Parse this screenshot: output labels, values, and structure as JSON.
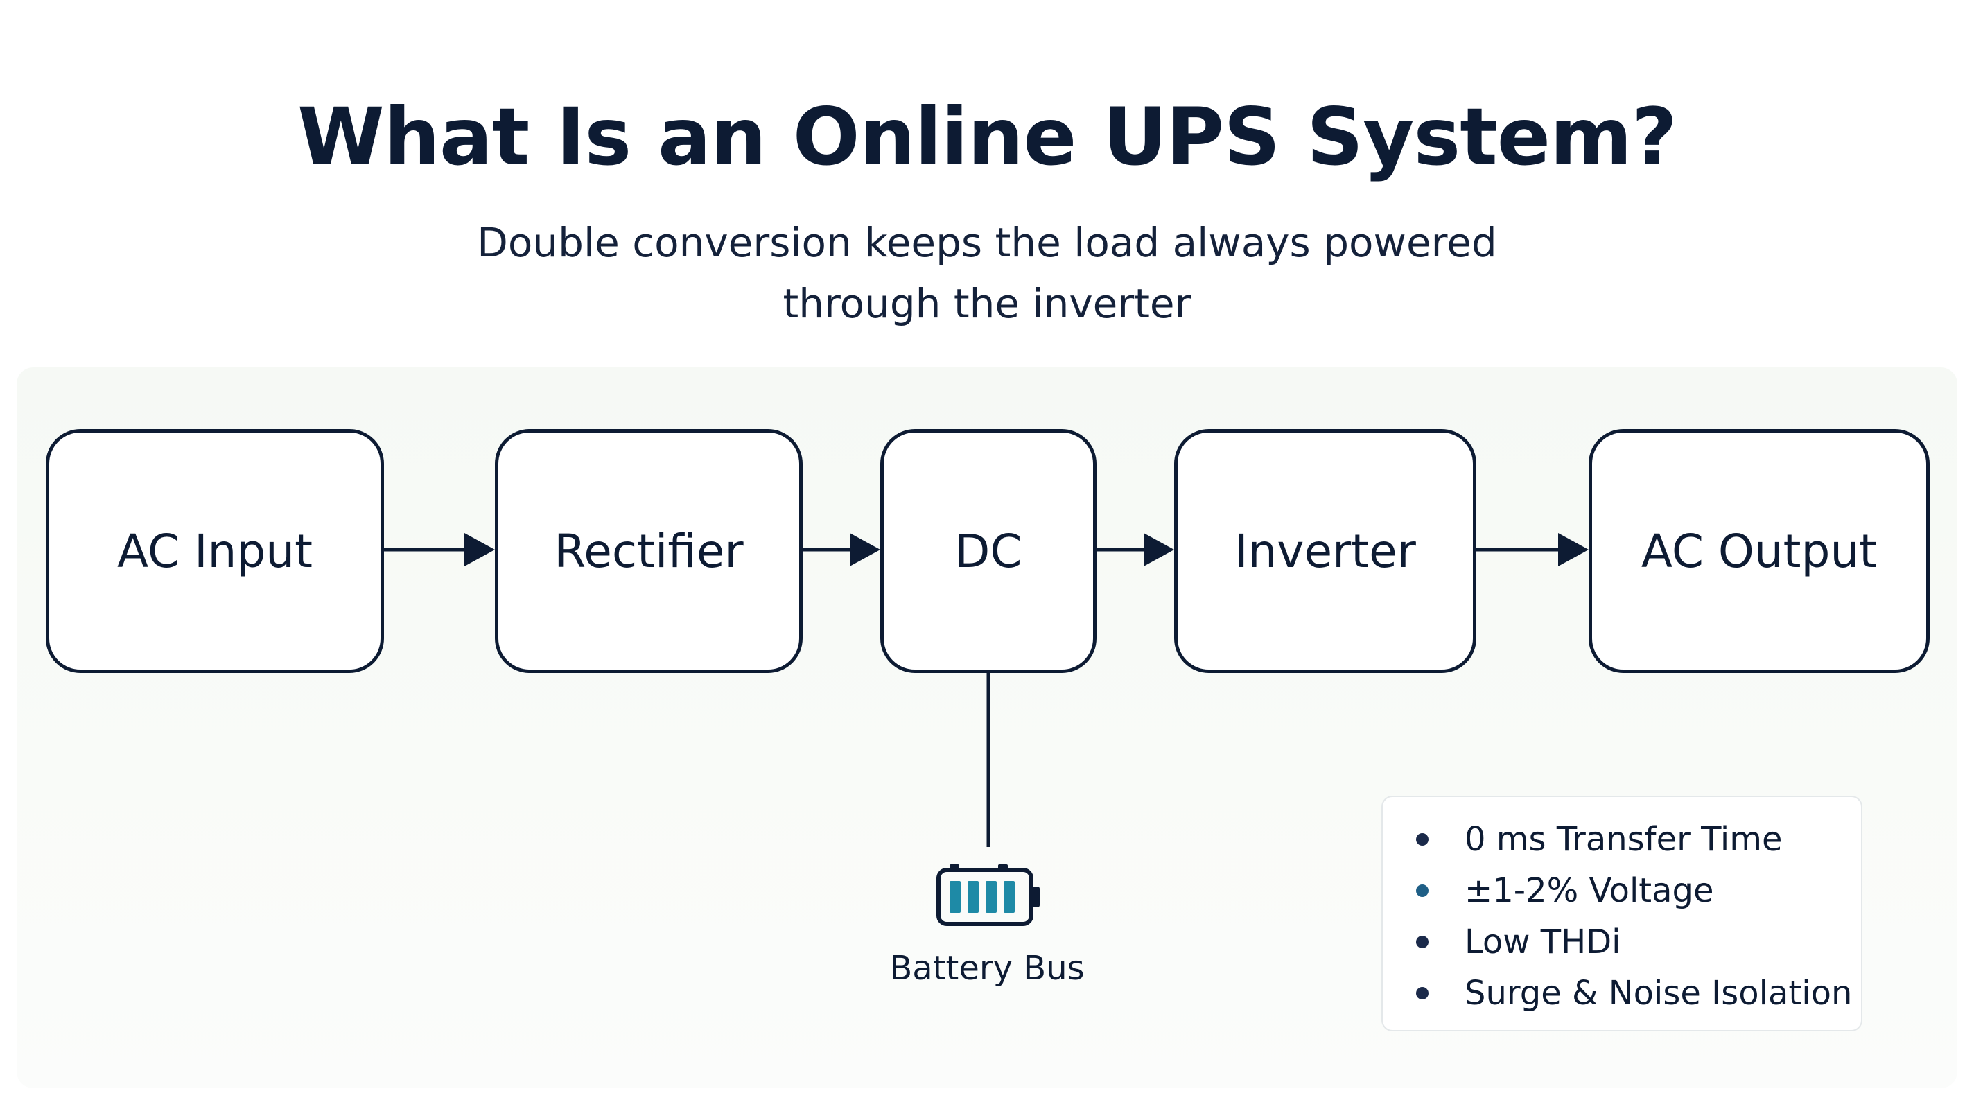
{
  "title": "What Is an Online UPS System?",
  "subtitle": {
    "line1": "Double conversion keeps the load always powered",
    "line2": "through the inverter"
  },
  "blocks": [
    {
      "id": "ac-input",
      "label": "AC Input"
    },
    {
      "id": "rectifier",
      "label": "Rectifier"
    },
    {
      "id": "dc",
      "label": "DC"
    },
    {
      "id": "inverter",
      "label": "Inverter"
    },
    {
      "id": "ac-output",
      "label": "AC Output"
    }
  ],
  "battery": {
    "label": "Battery Bus",
    "icon": "battery-icon"
  },
  "features": [
    {
      "text": "0 ms Transfer Time"
    },
    {
      "text": "±1-2% Voltage"
    },
    {
      "text": "Low THDi"
    },
    {
      "text": "Surge & Noise Isolation"
    }
  ],
  "colors": {
    "ink": "#0d1b33",
    "battery_cells": "#1e8aa6",
    "background_tint": "#f6f9f5"
  }
}
